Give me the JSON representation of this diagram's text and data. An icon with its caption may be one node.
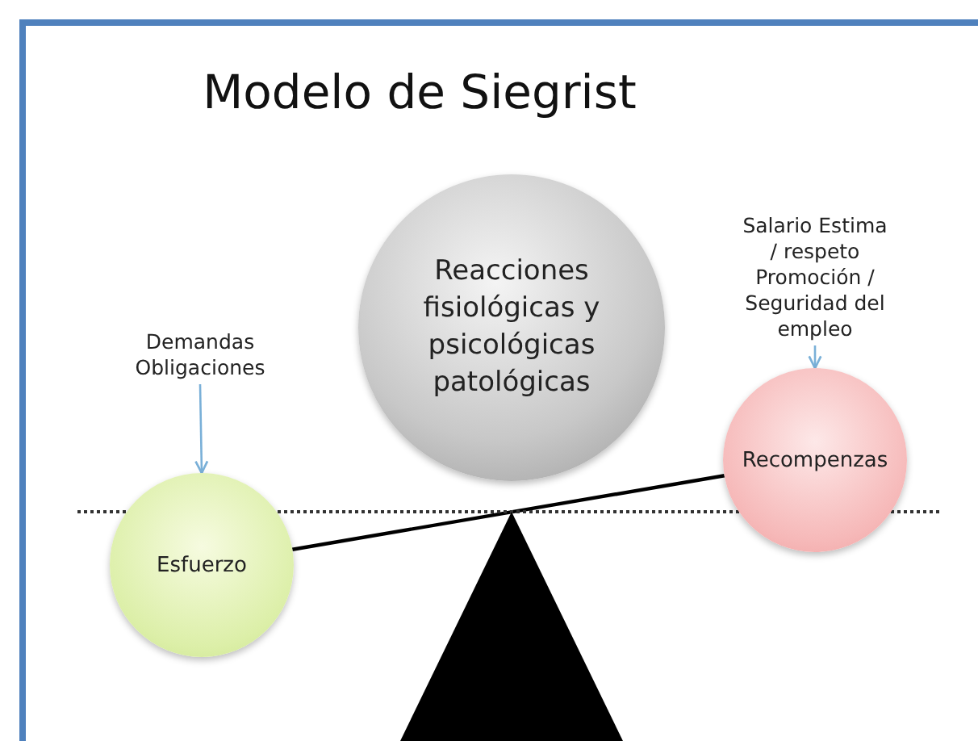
{
  "diagram": {
    "title": "Modelo de Siegrist",
    "nodes": [
      {
        "text": [
          "Reacciones fisiológicas y psicológicas patológicas"
        ]
      },
      {
        "text": [
          "Demandas Obligaciones"
        ]
      },
      {
        "text": [
          "Esfuerzo"
        ]
      },
      {
        "text": [
          "Salario Estima / respeto Promoción / Seguridad del empleo"
        ]
      },
      {
        "text": [
          "Recompenzas"
        ]
      }
    ],
    "edges": [
      {
        "from": 1,
        "to": 2,
        "arrow": "to",
        "color": "#7ab0d8"
      },
      {
        "from": 3,
        "to": 4,
        "arrow": "to",
        "color": "#7ab0d8"
      },
      {
        "from": 2,
        "to": 4,
        "arrow": "none",
        "color": "#000000"
      }
    ]
  }
}
